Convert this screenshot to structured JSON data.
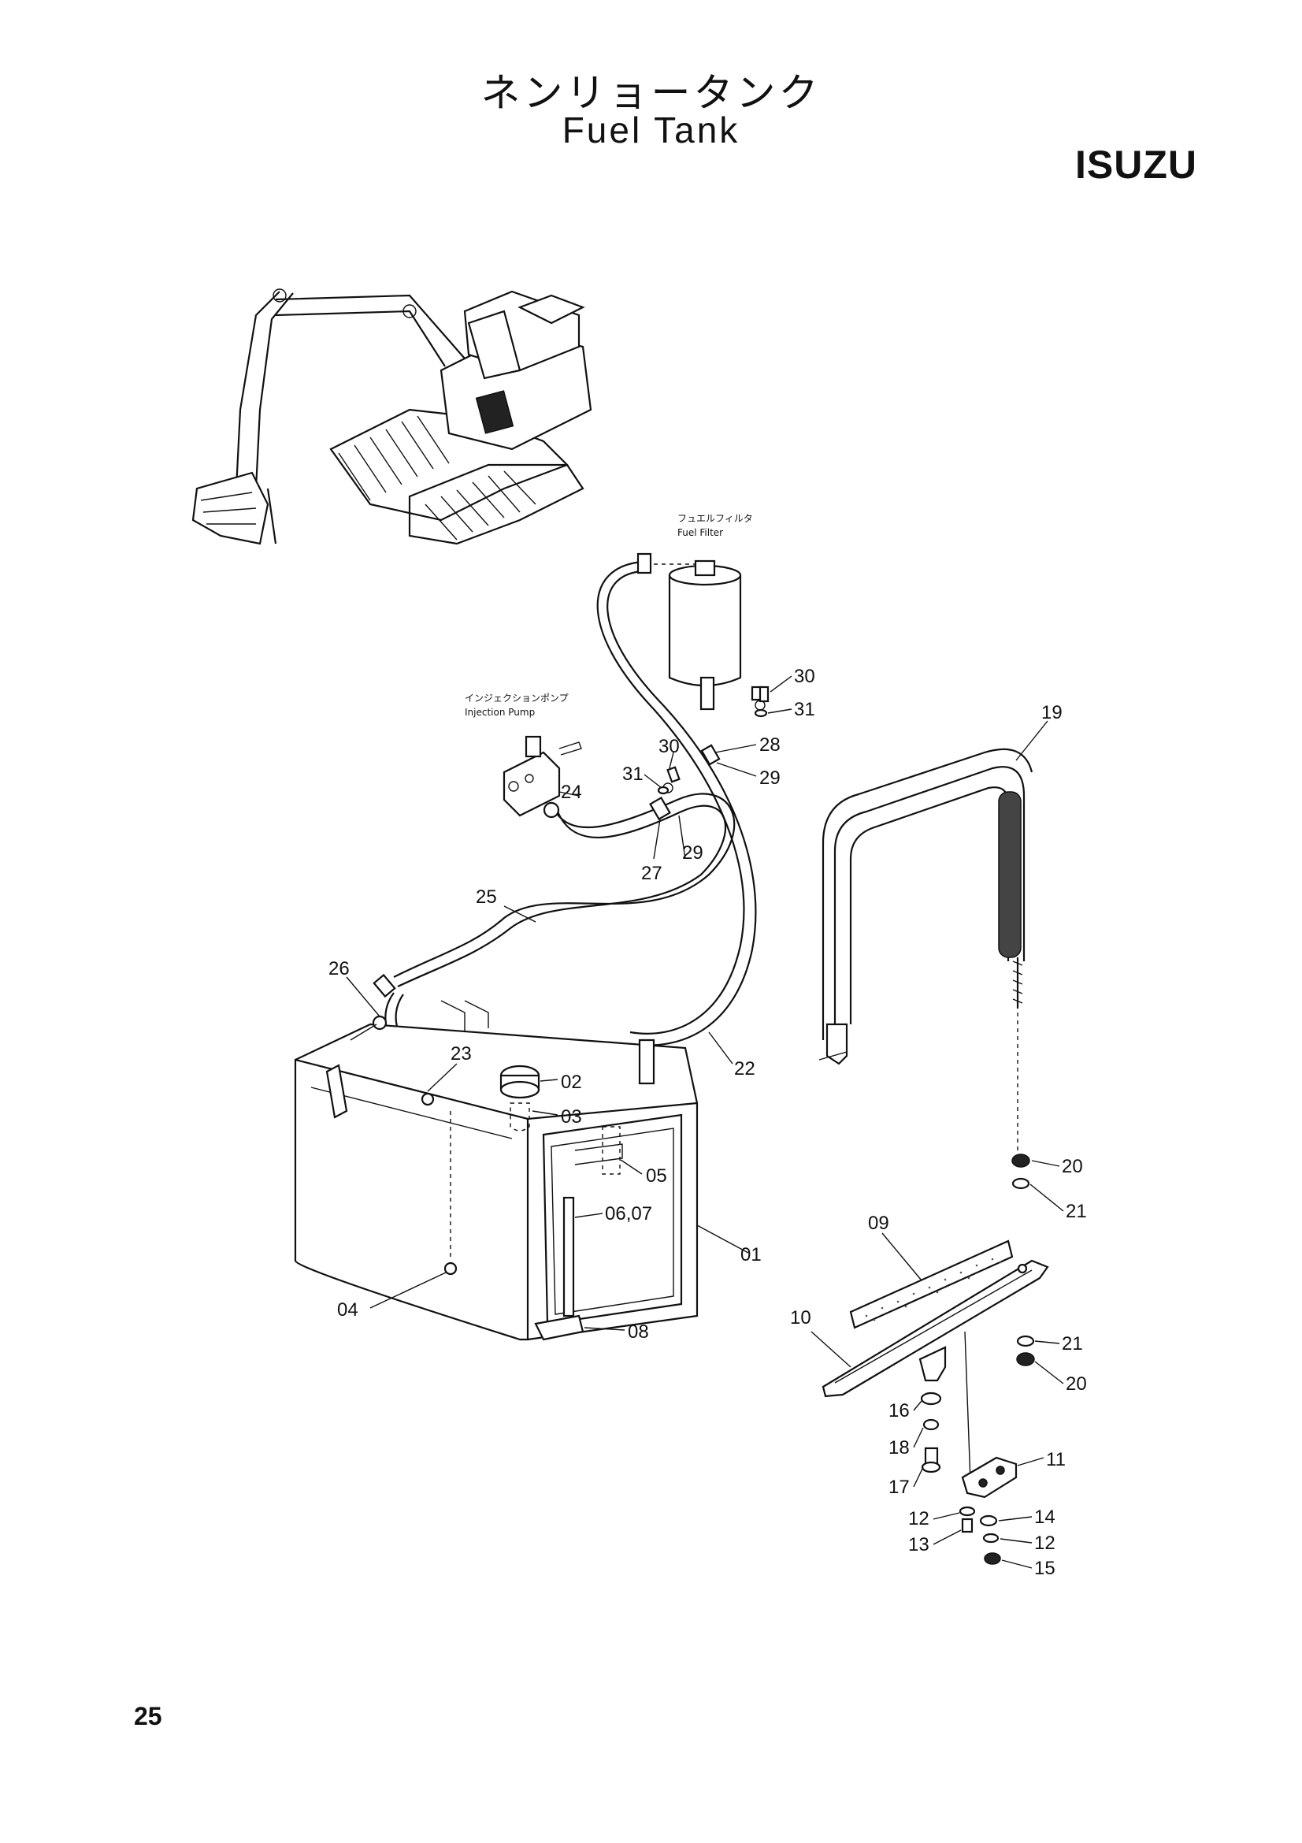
{
  "header": {
    "title_jp": "ネンリョータンク",
    "title_en": "Fuel  Tank",
    "brand": "ISUZU"
  },
  "notes": {
    "fuel_filter_jp": "フュエルフィルタ",
    "fuel_filter_en": "Fuel Filter",
    "injection_pump_jp": "インジェクションポンプ",
    "injection_pump_en": "Injection Pump"
  },
  "callouts": [
    "01",
    "02",
    "03",
    "04",
    "05",
    "06,07",
    "08",
    "09",
    "10",
    "11",
    "12",
    "13",
    "14",
    "12",
    "15",
    "16",
    "17",
    "18",
    "19",
    "20",
    "21",
    "21",
    "20",
    "22",
    "23",
    "24",
    "25",
    "26",
    "27",
    "28",
    "29",
    "29",
    "30",
    "30",
    "31",
    "31"
  ],
  "footer": {
    "page_number": "25"
  }
}
